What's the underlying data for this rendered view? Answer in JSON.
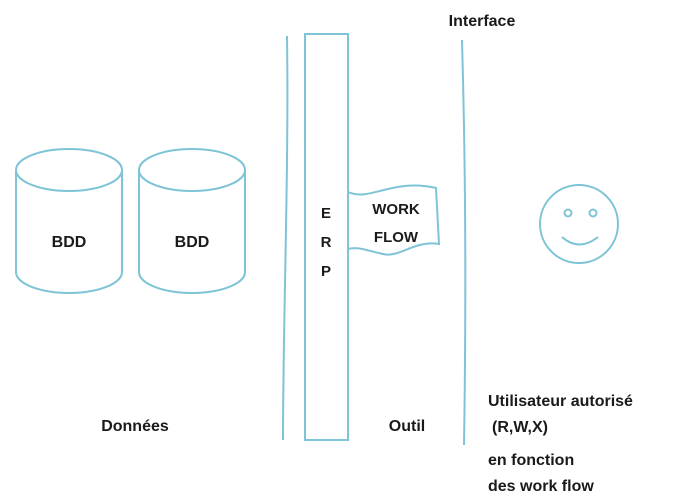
{
  "colors": {
    "stroke": "#7ec4d6",
    "text": "#1a1a1a",
    "background": "#ffffff"
  },
  "interface_label": "Interface",
  "databases": [
    {
      "label": "BDD"
    },
    {
      "label": "BDD"
    }
  ],
  "erp_letters": [
    "E",
    "R",
    "P"
  ],
  "workflow": {
    "line1": "WORK",
    "line2": "FLOW"
  },
  "user_icon": "smiley-face-icon",
  "labels": {
    "donnees": "Données",
    "outil": "Outil",
    "user_line1": "Utilisateur autorisé",
    "user_line2": "(R,W,X)",
    "user_line3": "en fonction",
    "user_line4": "des work flow"
  }
}
